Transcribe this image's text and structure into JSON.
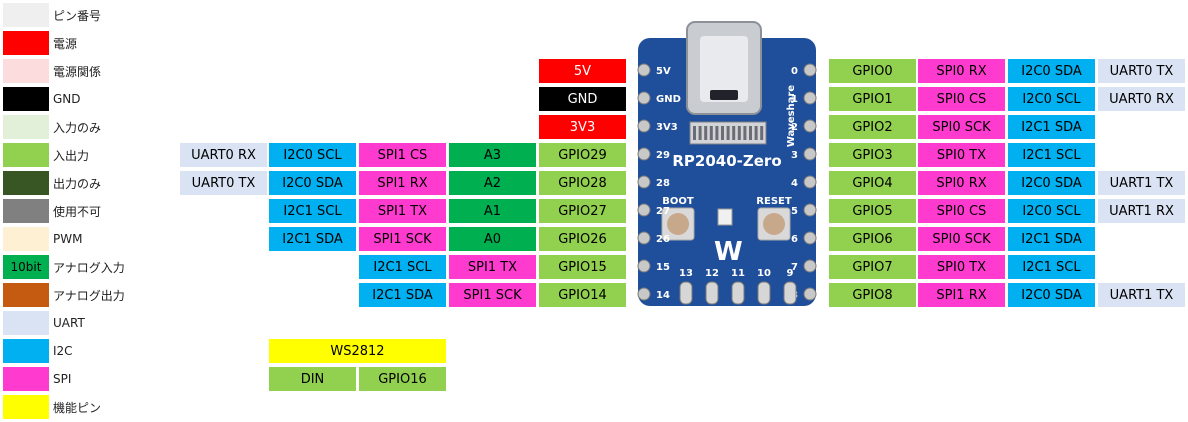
{
  "legend": [
    {
      "label": "ピン番号",
      "color": "#efefef"
    },
    {
      "label": "電源",
      "color": "#ff0000"
    },
    {
      "label": "電源関係",
      "color": "#fcdcdc"
    },
    {
      "label": "GND",
      "color": "#000000"
    },
    {
      "label": "入力のみ",
      "color": "#e2efd9"
    },
    {
      "label": "入出力",
      "color": "#92d050"
    },
    {
      "label": "出力のみ",
      "color": "#375623"
    },
    {
      "label": "使用不可",
      "color": "#808080"
    },
    {
      "label": "PWM",
      "color": "#fdf0d3"
    },
    {
      "label": "アナログ入力",
      "color": "#00b050",
      "text": "10bit"
    },
    {
      "label": "アナログ出力",
      "color": "#c55a11"
    },
    {
      "label": "UART",
      "color": "#dae3f3"
    },
    {
      "label": "I2C",
      "color": "#00b0f0"
    },
    {
      "label": "SPI",
      "color": "#ff3bcf"
    },
    {
      "label": "機能ピン",
      "color": "#ffff00"
    }
  ],
  "colors": {
    "uart": "#dae3f3",
    "i2c": "#00b0f0",
    "spi": "#ff3bcf",
    "analog": "#00b050",
    "gpio": "#92d050",
    "power": "#ff0000",
    "gnd": "#000000",
    "func": "#ffff00",
    "board": "#1f4e9a"
  },
  "board": {
    "name": "RP2040-Zero",
    "brand": "Waveshare",
    "left_labels": [
      "5V",
      "GND",
      "3V3",
      "29",
      "28",
      "27",
      "26",
      "15",
      "14"
    ],
    "right_labels": [
      "0",
      "1",
      "2",
      "3",
      "4",
      "5",
      "6",
      "7",
      "8"
    ],
    "bottom_labels": [
      "13",
      "12",
      "11",
      "10",
      "9"
    ],
    "boot": "BOOT",
    "reset": "RESET"
  },
  "left_rows": [
    {
      "cells": [
        {
          "text": "5V",
          "type": "power"
        }
      ]
    },
    {
      "cells": [
        {
          "text": "GND",
          "type": "gnd"
        }
      ]
    },
    {
      "cells": [
        {
          "text": "3V3",
          "type": "power"
        }
      ]
    },
    {
      "cells": [
        {
          "text": "UART0 RX",
          "type": "uart"
        },
        {
          "text": "I2C0 SCL",
          "type": "i2c"
        },
        {
          "text": "SPI1 CS",
          "type": "spi"
        },
        {
          "text": "A3",
          "type": "analog"
        },
        {
          "text": "GPIO29",
          "type": "gpio"
        }
      ]
    },
    {
      "cells": [
        {
          "text": "UART0 TX",
          "type": "uart"
        },
        {
          "text": "I2C0 SDA",
          "type": "i2c"
        },
        {
          "text": "SPI1 RX",
          "type": "spi"
        },
        {
          "text": "A2",
          "type": "analog"
        },
        {
          "text": "GPIO28",
          "type": "gpio"
        }
      ]
    },
    {
      "cells": [
        {
          "text": "I2C1 SCL",
          "type": "i2c"
        },
        {
          "text": "SPI1 TX",
          "type": "spi"
        },
        {
          "text": "A1",
          "type": "analog"
        },
        {
          "text": "GPIO27",
          "type": "gpio"
        }
      ]
    },
    {
      "cells": [
        {
          "text": "I2C1 SDA",
          "type": "i2c"
        },
        {
          "text": "SPI1 SCK",
          "type": "spi"
        },
        {
          "text": "A0",
          "type": "analog"
        },
        {
          "text": "GPIO26",
          "type": "gpio"
        }
      ]
    },
    {
      "cells": [
        {
          "text": "I2C1 SCL",
          "type": "i2c"
        },
        {
          "text": "SPI1 TX",
          "type": "spi"
        },
        {
          "text": "GPIO15",
          "type": "gpio"
        }
      ]
    },
    {
      "cells": [
        {
          "text": "I2C1 SDA",
          "type": "i2c"
        },
        {
          "text": "SPI1 SCK",
          "type": "spi"
        },
        {
          "text": "GPIO14",
          "type": "gpio"
        }
      ]
    }
  ],
  "right_rows": [
    {
      "cells": [
        {
          "text": "GPIO0",
          "type": "gpio"
        },
        {
          "text": "SPI0 RX",
          "type": "spi"
        },
        {
          "text": "I2C0 SDA",
          "type": "i2c"
        },
        {
          "text": "UART0 TX",
          "type": "uart"
        }
      ]
    },
    {
      "cells": [
        {
          "text": "GPIO1",
          "type": "gpio"
        },
        {
          "text": "SPI0 CS",
          "type": "spi"
        },
        {
          "text": "I2C0 SCL",
          "type": "i2c"
        },
        {
          "text": "UART0 RX",
          "type": "uart"
        }
      ]
    },
    {
      "cells": [
        {
          "text": "GPIO2",
          "type": "gpio"
        },
        {
          "text": "SPI0 SCK",
          "type": "spi"
        },
        {
          "text": "I2C1 SDA",
          "type": "i2c"
        }
      ]
    },
    {
      "cells": [
        {
          "text": "GPIO3",
          "type": "gpio"
        },
        {
          "text": "SPI0 TX",
          "type": "spi"
        },
        {
          "text": "I2C1 SCL",
          "type": "i2c"
        }
      ]
    },
    {
      "cells": [
        {
          "text": "GPIO4",
          "type": "gpio"
        },
        {
          "text": "SPI0 RX",
          "type": "spi"
        },
        {
          "text": "I2C0 SDA",
          "type": "i2c"
        },
        {
          "text": "UART1 TX",
          "type": "uart"
        }
      ]
    },
    {
      "cells": [
        {
          "text": "GPIO5",
          "type": "gpio"
        },
        {
          "text": "SPI0 CS",
          "type": "spi"
        },
        {
          "text": "I2C0 SCL",
          "type": "i2c"
        },
        {
          "text": "UART1 RX",
          "type": "uart"
        }
      ]
    },
    {
      "cells": [
        {
          "text": "GPIO6",
          "type": "gpio"
        },
        {
          "text": "SPI0 SCK",
          "type": "spi"
        },
        {
          "text": "I2C1 SDA",
          "type": "i2c"
        }
      ]
    },
    {
      "cells": [
        {
          "text": "GPIO7",
          "type": "gpio"
        },
        {
          "text": "SPI0 TX",
          "type": "spi"
        },
        {
          "text": "I2C1 SCL",
          "type": "i2c"
        }
      ]
    },
    {
      "cells": [
        {
          "text": "GPIO8",
          "type": "gpio"
        },
        {
          "text": "SPI1 RX",
          "type": "spi"
        },
        {
          "text": "I2C0 SDA",
          "type": "i2c"
        },
        {
          "text": "UART1 TX",
          "type": "uart"
        }
      ]
    }
  ],
  "ws2812": {
    "title": "WS2812",
    "cells": [
      {
        "text": "DIN",
        "type": "gpio"
      },
      {
        "text": "GPIO16",
        "type": "gpio"
      }
    ]
  }
}
